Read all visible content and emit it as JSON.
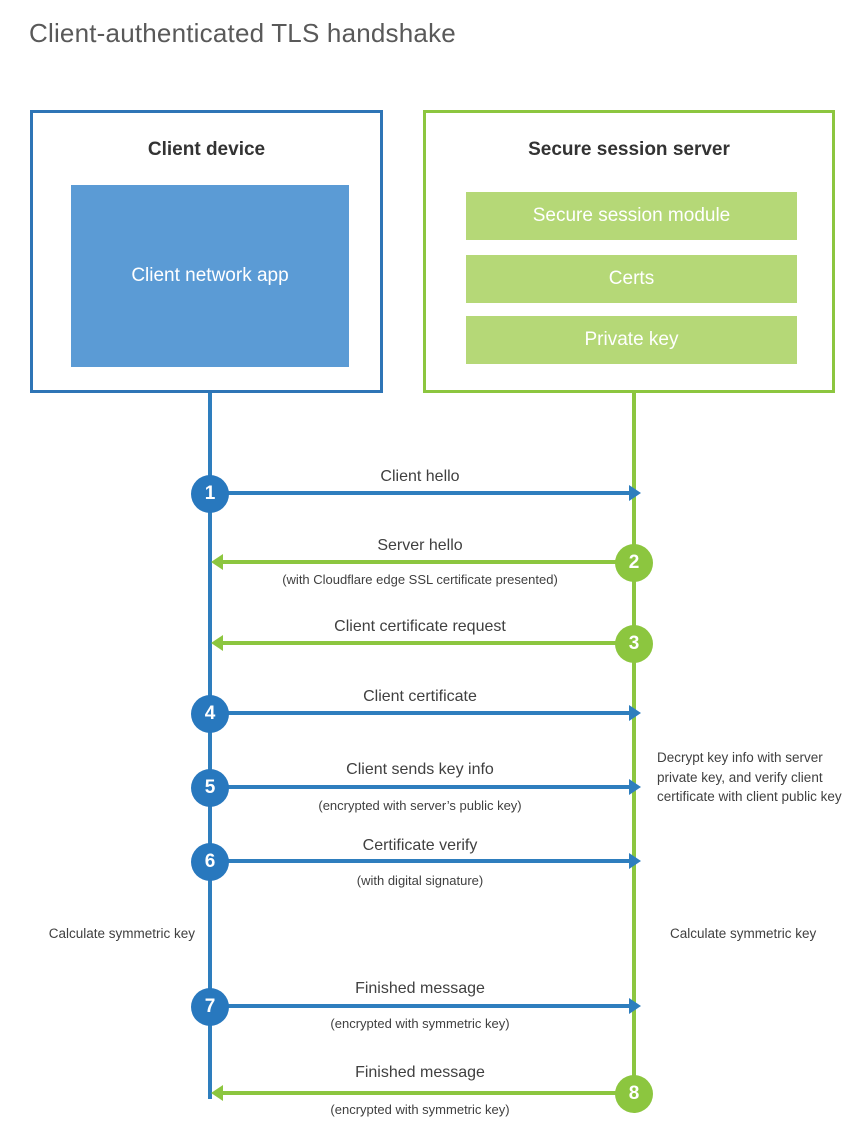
{
  "title": "Client-authenticated TLS handshake",
  "colors": {
    "blue_border": "#2e75b6",
    "blue_line": "#2e7ebe",
    "blue_badge": "#2878be",
    "blue_fill": "#5b9bd5",
    "green_border": "#8cc63f",
    "green_line": "#8cc63f",
    "green_badge": "#8cc63f",
    "green_fill": "#b5d877",
    "text": "#404040",
    "title_text": "#595959"
  },
  "client": {
    "title": "Client device",
    "app_label": "Client network app"
  },
  "server": {
    "title": "Secure session server",
    "components": [
      "Secure session module",
      "Certs",
      "Private key"
    ]
  },
  "steps": [
    {
      "number": "1",
      "label": "Client hello",
      "sub": "",
      "direction": "client-to-server",
      "color": "blue"
    },
    {
      "number": "2",
      "label": "Server hello",
      "sub": "(with Cloudflare edge SSL certificate presented)",
      "direction": "server-to-client",
      "color": "green"
    },
    {
      "number": "3",
      "label": "Client certificate request",
      "sub": "",
      "direction": "server-to-client",
      "color": "green"
    },
    {
      "number": "4",
      "label": "Client certificate",
      "sub": "",
      "direction": "client-to-server",
      "color": "blue"
    },
    {
      "number": "5",
      "label": "Client sends key info",
      "sub": "(encrypted with server’s public key)",
      "direction": "client-to-server",
      "color": "blue"
    },
    {
      "number": "6",
      "label": "Certificate verify",
      "sub": "(with digital signature)",
      "direction": "client-to-server",
      "color": "blue"
    },
    {
      "number": "7",
      "label": "Finished message",
      "sub": "(encrypted with symmetric key)",
      "direction": "client-to-server",
      "color": "blue"
    },
    {
      "number": "8",
      "label": "Finished message",
      "sub": "(encrypted with symmetric key)",
      "direction": "server-to-client",
      "color": "green"
    }
  ],
  "annotations": {
    "decrypt_note": "Decrypt key info with server private key, and verify client certificate with client public key",
    "calculate_client": "Calculate symmetric key",
    "calculate_server": "Calculate symmetric key"
  }
}
